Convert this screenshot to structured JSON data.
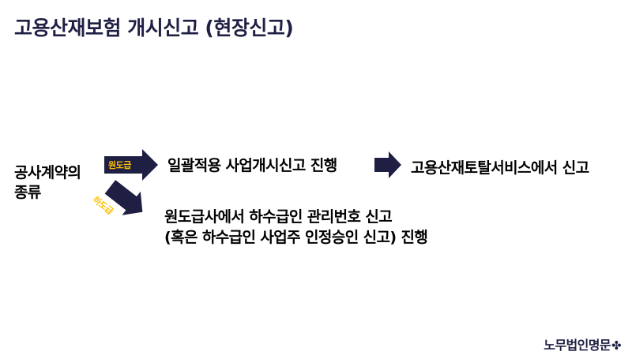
{
  "title": "고용산재보험 개시신고 (현장신고)",
  "contract_type": [
    "공사계약의",
    "종류"
  ],
  "arrow_prime": "원도급",
  "arrow_sub": "하도급",
  "step_prime": "일괄적용 사업개시신고 진행",
  "step_prime_next": "고용산재토탈서비스에서 신고",
  "step_sub": [
    "원도급사에서 하수급인 관리번호 신고",
    "(혹은 하수급인 사업주 인정승인 신고) 진행"
  ],
  "brand": "노무법인명문",
  "brand_mark": "✤",
  "colors": {
    "arrow": "#1f1f44",
    "arrow_label": "#ffc000"
  }
}
